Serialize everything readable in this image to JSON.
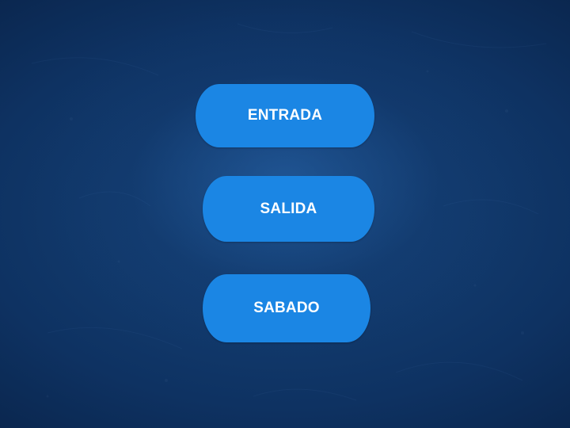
{
  "menu": {
    "buttons": [
      {
        "label": "ENTRADA"
      },
      {
        "label": "SALIDA"
      },
      {
        "label": "SABADO"
      }
    ]
  },
  "colors": {
    "background": "#0e3262",
    "button": "#1b86e4",
    "text": "#ffffff"
  }
}
